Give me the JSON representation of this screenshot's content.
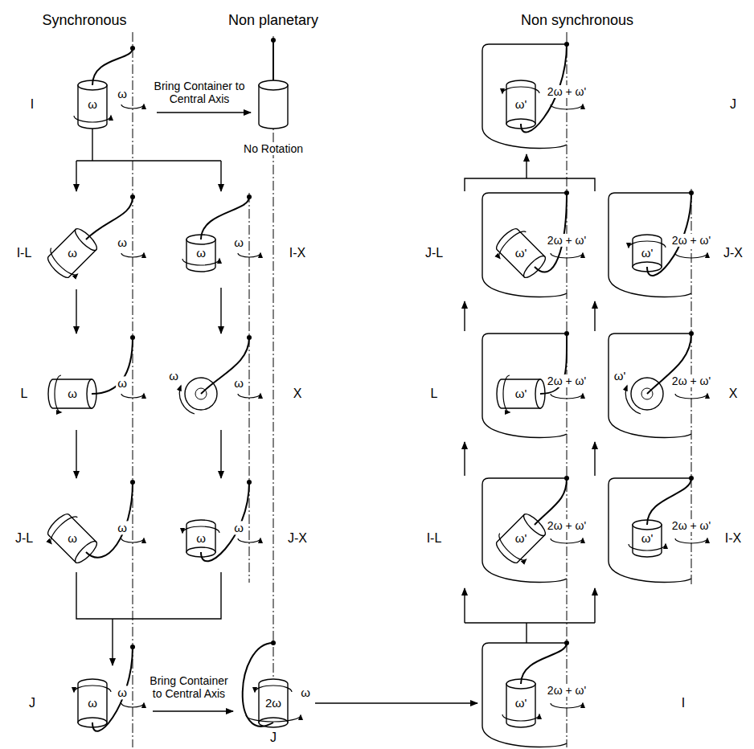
{
  "diagram": {
    "labels": [
      "Synchronous",
      "Non planetary",
      "Non synchronous",
      "I",
      "ω",
      "ω",
      "Bring Container to Central Axis",
      "No Rotation",
      "ω'",
      "2ω + ω'",
      "J",
      "I-L",
      "ω",
      "ω",
      "ω",
      "ω",
      "I-X",
      "J-L",
      "ω'",
      "2ω + ω'",
      "ω'",
      "2ω + ω'",
      "J-X",
      "L",
      "ω",
      "ω",
      "ω",
      "ω",
      "X",
      "L",
      "ω'",
      "2ω + ω'",
      "ω'",
      "2ω + ω'",
      "X",
      "J-L",
      "ω",
      "ω",
      "ω",
      "ω",
      "J-X",
      "I-L",
      "ω'",
      "2ω + ω'",
      "ω'",
      "2ω + ω'",
      "I-X",
      "J",
      "ω",
      "ω",
      "Bring Container to Central Axis",
      "2ω",
      "ω",
      "ω'",
      "2ω + ω'",
      "I",
      "J"
    ]
  }
}
